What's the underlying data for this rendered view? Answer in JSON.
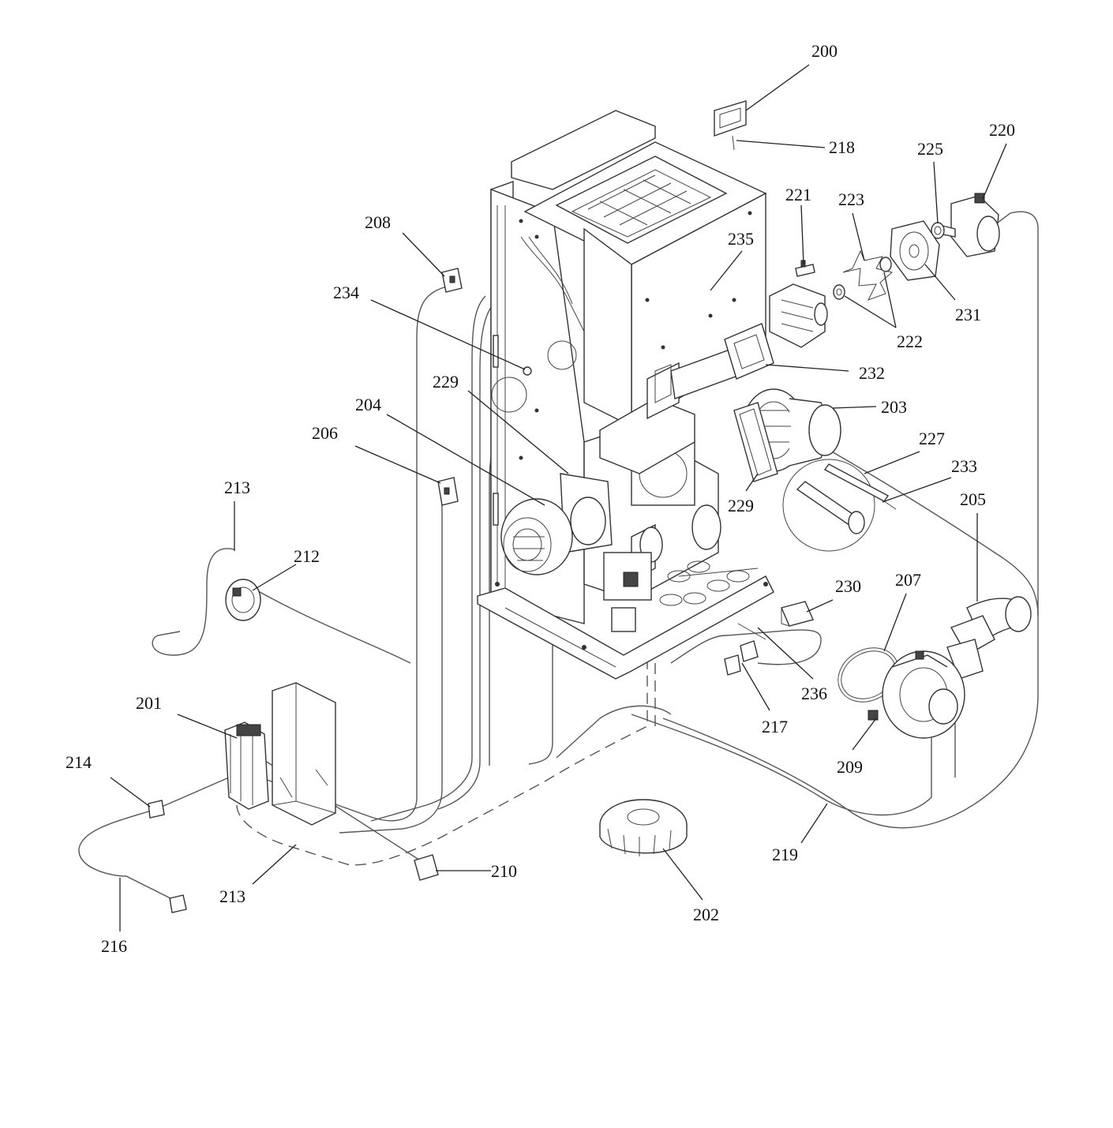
{
  "diagram": {
    "labels": [
      {
        "id": "200",
        "text": "200"
      },
      {
        "id": "218",
        "text": "218"
      },
      {
        "id": "220",
        "text": "220"
      },
      {
        "id": "225",
        "text": "225"
      },
      {
        "id": "221",
        "text": "221"
      },
      {
        "id": "223",
        "text": "223"
      },
      {
        "id": "208",
        "text": "208"
      },
      {
        "id": "235",
        "text": "235"
      },
      {
        "id": "231",
        "text": "231"
      },
      {
        "id": "234",
        "text": "234"
      },
      {
        "id": "222",
        "text": "222"
      },
      {
        "id": "232",
        "text": "232"
      },
      {
        "id": "229a",
        "text": "229"
      },
      {
        "id": "204",
        "text": "204"
      },
      {
        "id": "203",
        "text": "203"
      },
      {
        "id": "206",
        "text": "206"
      },
      {
        "id": "227",
        "text": "227"
      },
      {
        "id": "233",
        "text": "233"
      },
      {
        "id": "213a",
        "text": "213"
      },
      {
        "id": "205",
        "text": "205"
      },
      {
        "id": "229b",
        "text": "229"
      },
      {
        "id": "212",
        "text": "212"
      },
      {
        "id": "230",
        "text": "230"
      },
      {
        "id": "207",
        "text": "207"
      },
      {
        "id": "236",
        "text": "236"
      },
      {
        "id": "201",
        "text": "201"
      },
      {
        "id": "217",
        "text": "217"
      },
      {
        "id": "214",
        "text": "214"
      },
      {
        "id": "209",
        "text": "209"
      },
      {
        "id": "219",
        "text": "219"
      },
      {
        "id": "210",
        "text": "210"
      },
      {
        "id": "213b",
        "text": "213"
      },
      {
        "id": "202",
        "text": "202"
      },
      {
        "id": "216",
        "text": "216"
      }
    ]
  }
}
